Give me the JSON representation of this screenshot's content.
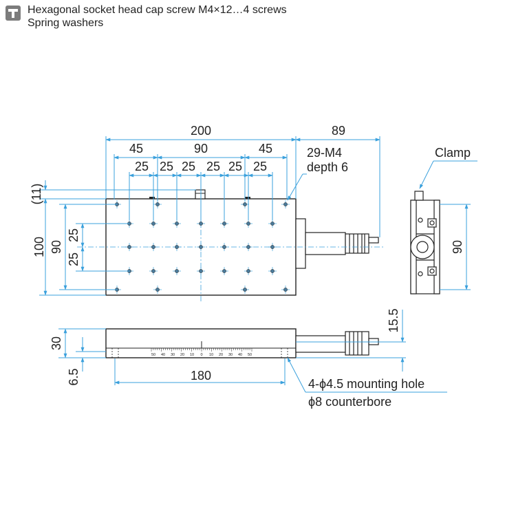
{
  "header": {
    "icon": "accessory-box-icon",
    "line1": "Hexagonal socket head cap screw M4×12…4 screws",
    "line2": "Spring washers"
  },
  "colors": {
    "dimension": "#3aa0dc",
    "body": "#ffffff",
    "outline": "#222222",
    "hole": "#4a7a9a"
  },
  "dims": {
    "total_width": "200",
    "extension": "89",
    "left_45": "45",
    "mid_90": "90",
    "right_45": "45",
    "pitch_25_a": "25",
    "pitch_25_b": "25",
    "pitch_25_c": "25",
    "pitch_25_d": "25",
    "pitch_25_e": "25",
    "pitch_25_f": "25",
    "taps": "29-M4",
    "depth": "depth 6",
    "top_11": "(11)",
    "height_100": "100",
    "height_90": "90",
    "v25_top": "25",
    "v25_bottom": "25",
    "clamp": "Clamp",
    "side_90": "90",
    "height_30": "30",
    "bottom_6_5": "6.5",
    "base_180": "180",
    "right_15_5": "15.5",
    "holes_note": "4-ϕ4.5 mounting hole",
    "counterbore": "ϕ8 counterbore"
  },
  "scale_labels": [
    "50",
    "40",
    "30",
    "20",
    "10",
    "0",
    "10",
    "20",
    "30",
    "40",
    "50"
  ]
}
